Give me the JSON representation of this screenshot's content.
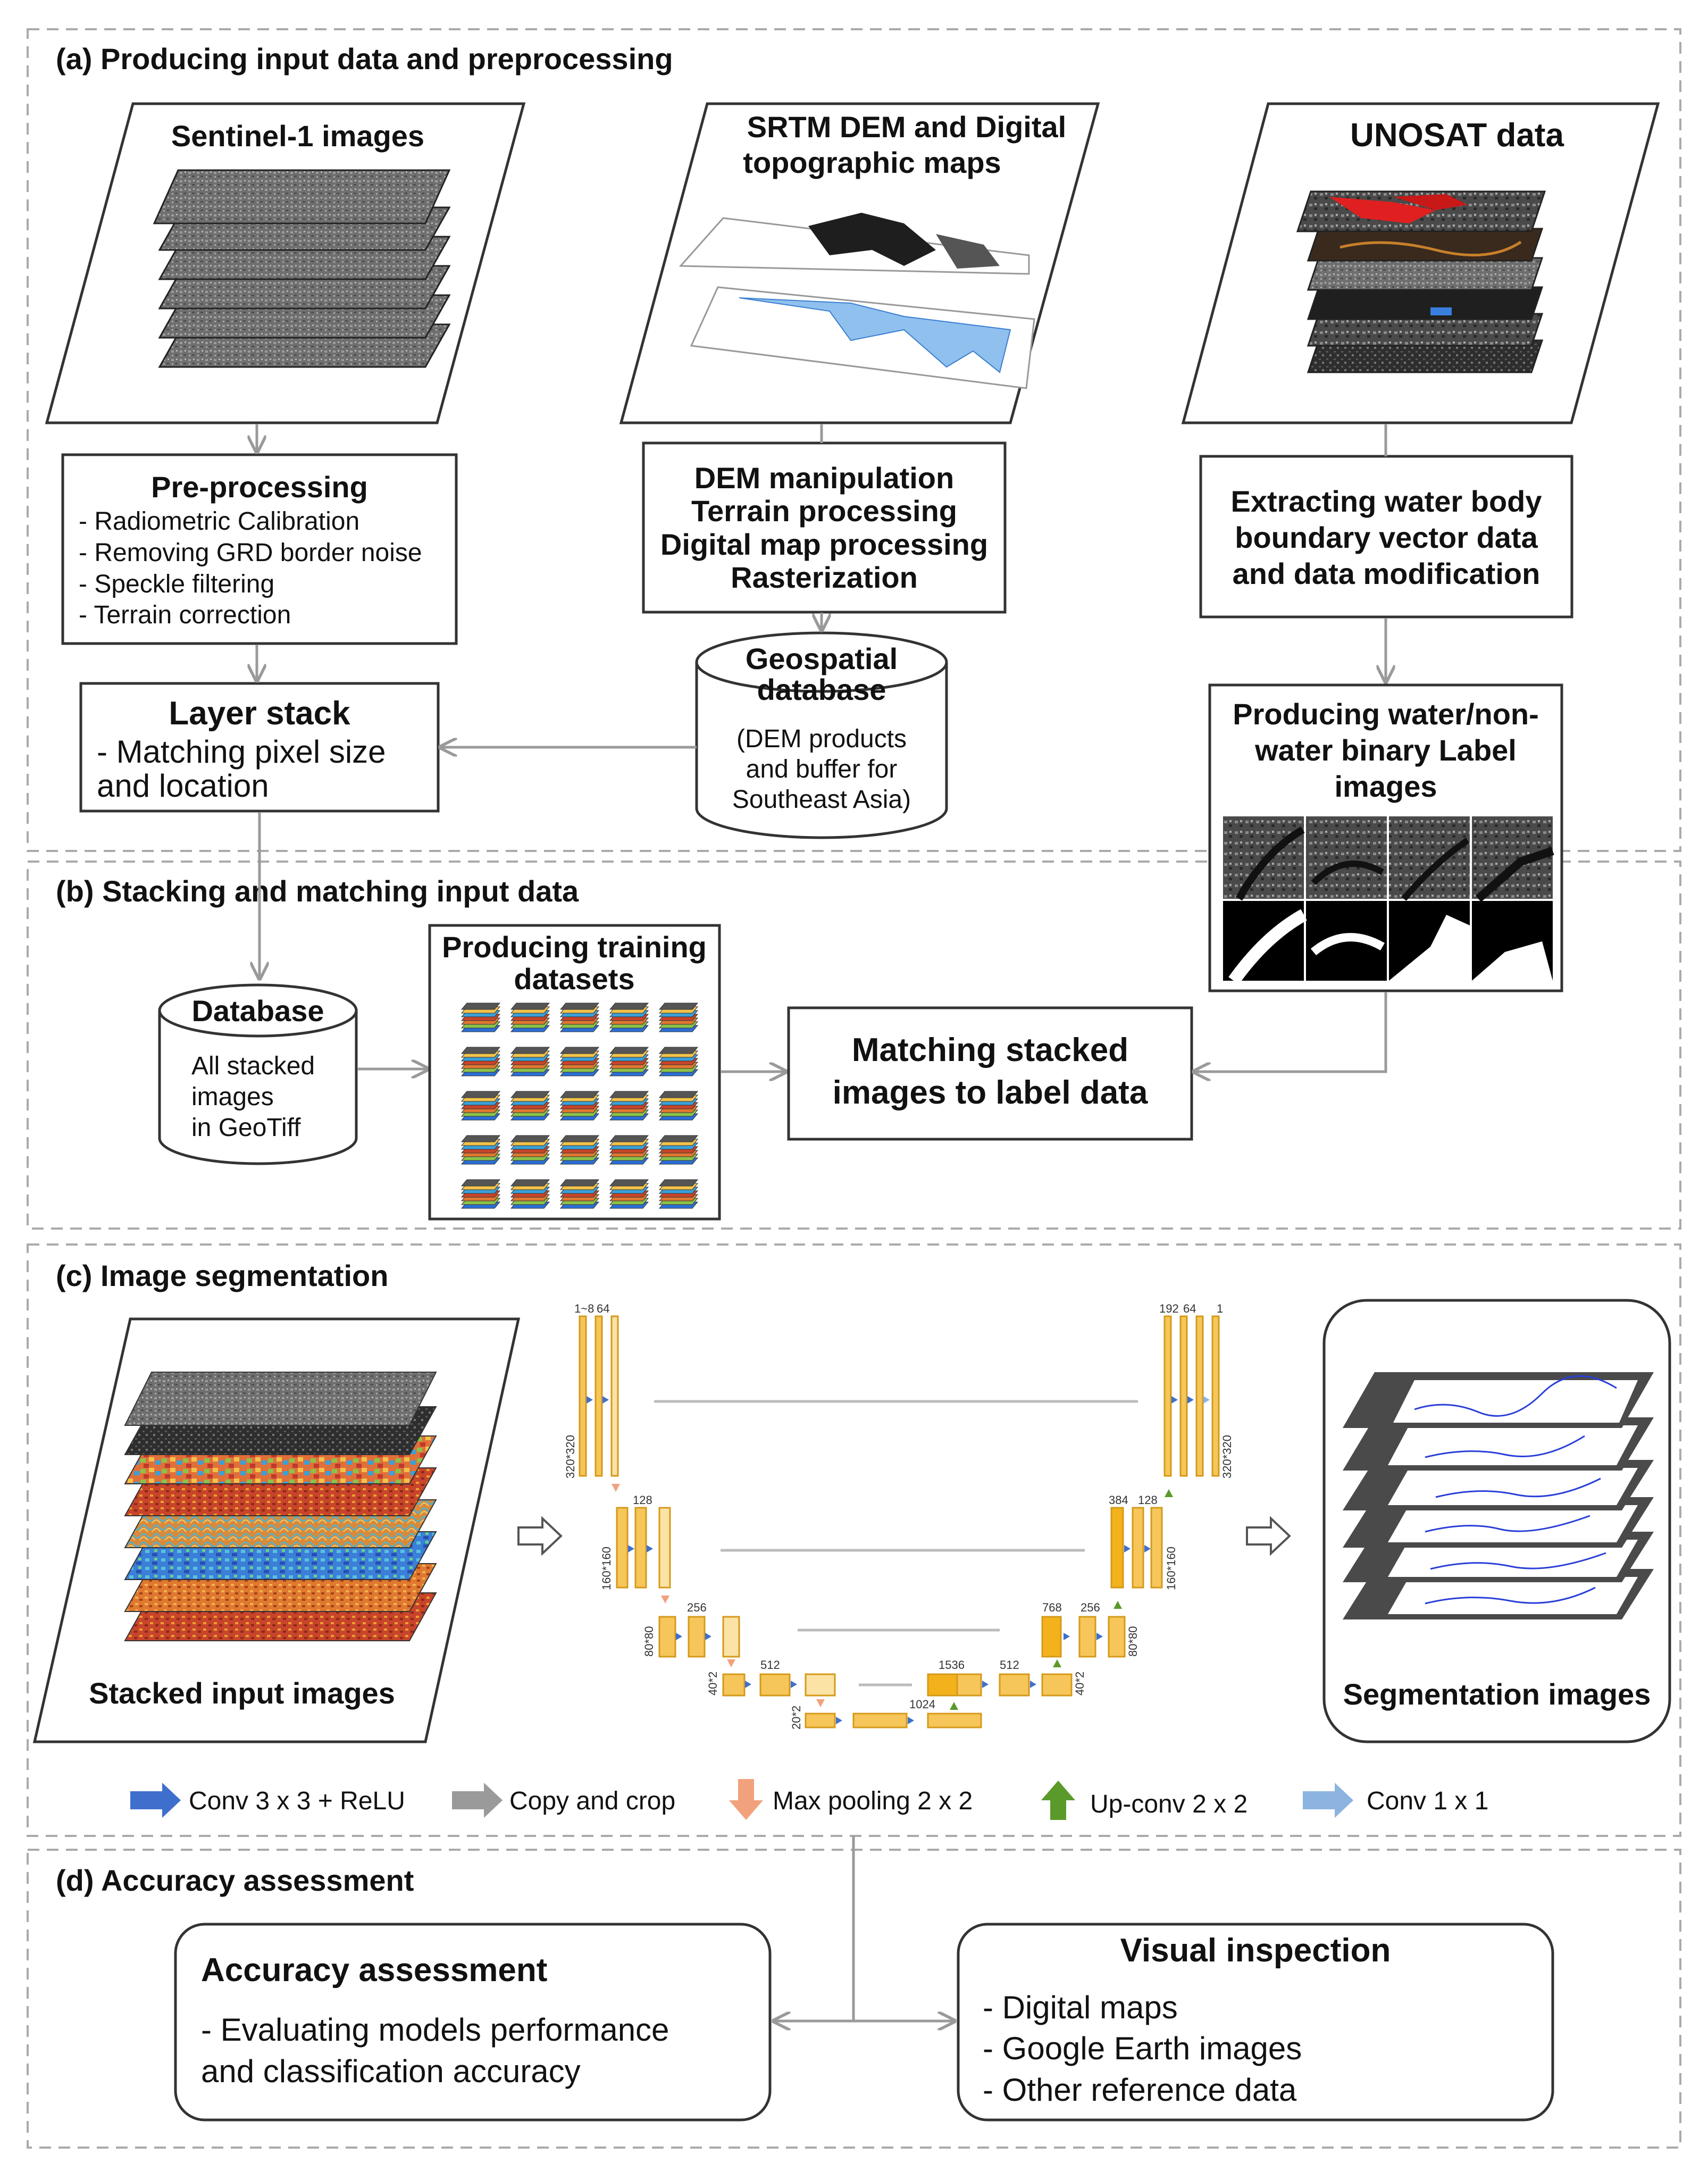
{
  "sections": {
    "a": "(a) Producing input data and preprocessing",
    "b": "(b) Stacking and matching input data",
    "c": "(c) Image segmentation",
    "d": "(d) Accuracy assessment"
  },
  "a": {
    "sentinel_title": "Sentinel-1 images",
    "srtm_title_1": "SRTM DEM and Digital",
    "srtm_title_2": "topographic maps",
    "unosat_title": "UNOSAT data",
    "preprocessing": {
      "title": "Pre-processing",
      "items": [
        "- Radiometric Calibration",
        "- Removing GRD border noise",
        "- Speckle filtering",
        "- Terrain correction"
      ]
    },
    "dem_box": [
      "DEM manipulation",
      "Terrain processing",
      "Digital map processing",
      "Rasterization"
    ],
    "extract_box": [
      "Extracting water body",
      "boundary vector data",
      "and data modification"
    ],
    "layer_stack": {
      "title": "Layer stack",
      "line1": "- Matching pixel size",
      "line2": "and location"
    },
    "geodb": {
      "title1": "Geospatial",
      "title2": "database",
      "line1": "(DEM products",
      "line2": "and buffer for",
      "line3": "Southeast Asia)"
    },
    "label_box": [
      "Producing water/non-",
      "water binary Label",
      "images"
    ]
  },
  "b": {
    "database": {
      "title": "Database",
      "line1": "All stacked",
      "line2": "images",
      "line3": "in GeoTiff"
    },
    "training": {
      "line1": "Producing training",
      "line2": "datasets"
    },
    "matching": {
      "line1": "Matching stacked",
      "line2": "images to label data"
    }
  },
  "c": {
    "stacked_label": "Stacked input images",
    "seg_label": "Segmentation images",
    "unet": {
      "l1_top": [
        "1~8",
        "64"
      ],
      "l1_right": [
        "192",
        "64",
        "1"
      ],
      "l1_size": "320*320",
      "l2_top": "128",
      "l2_right": [
        "384",
        "128"
      ],
      "l2_size": "160*160",
      "l3_top": "256",
      "l3_right": [
        "768",
        "256"
      ],
      "l3_size": "80*80",
      "l4_top": "512",
      "l4_right": [
        "1536",
        "512"
      ],
      "l4_size": "40*2",
      "l5_top": "1024",
      "l5_size": "20*2"
    },
    "legend": [
      "Conv 3 x 3 + ReLU",
      "Copy and crop",
      "Max pooling 2 x 2",
      "Up-conv 2 x 2",
      "Conv 1 x 1"
    ]
  },
  "d": {
    "acc": {
      "title": "Accuracy assessment",
      "line1": "- Evaluating models performance",
      "line2": "and classification accuracy"
    },
    "visual": {
      "title": "Visual inspection",
      "items": [
        "- Digital maps",
        "- Google Earth images",
        "- Other reference data"
      ]
    }
  },
  "colors": {
    "conv": "#3f6fcc",
    "copy": "#9a9a9a",
    "pool": "#f1a27d",
    "upconv": "#5a9a2a",
    "conv1": "#8db4e0",
    "unet_block": "#f7c65a"
  }
}
